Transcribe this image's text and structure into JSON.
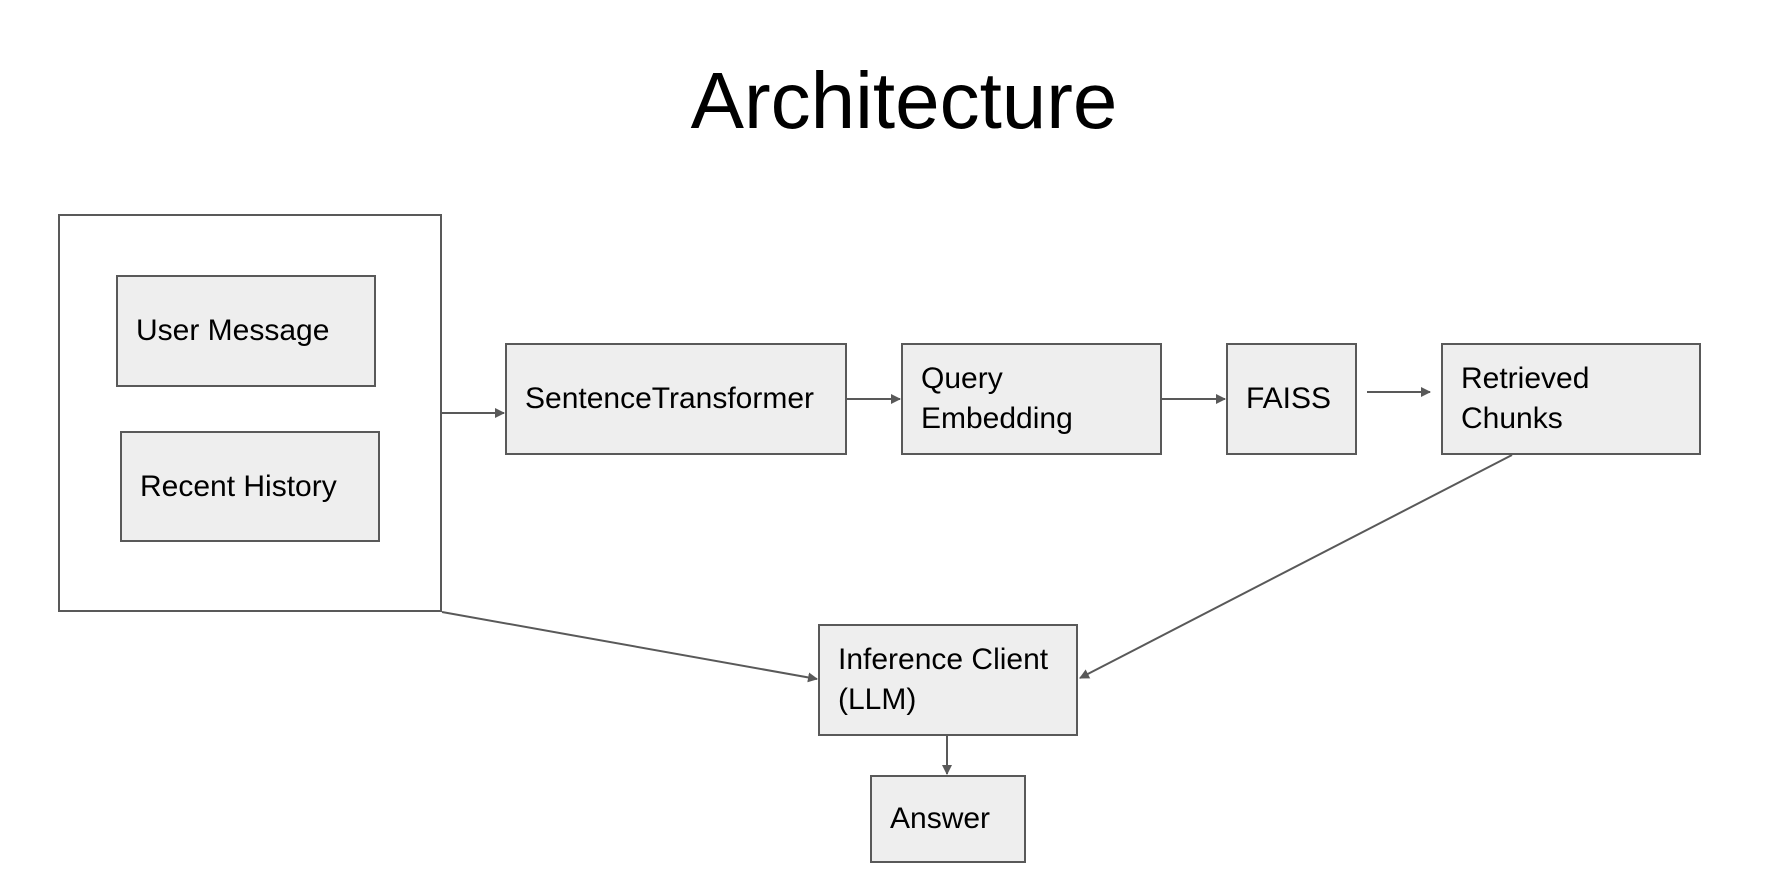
{
  "title": "Architecture",
  "nodes": {
    "user_message": "User Message",
    "recent_history": "Recent History",
    "sentence_transformer": "SentenceTransformer",
    "query_embedding": "Query\nEmbedding",
    "faiss": "FAISS",
    "retrieved_chunks": "Retrieved\nChunks",
    "inference_client": "Inference Client\n(LLM)",
    "answer": "Answer"
  },
  "colors": {
    "box_fill": "#eeeeee",
    "box_border": "#595959",
    "arrow": "#595959",
    "background": "#ffffff"
  }
}
